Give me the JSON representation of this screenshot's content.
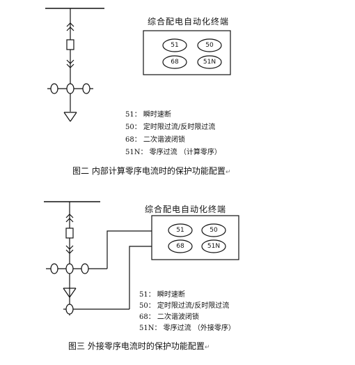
{
  "figure1": {
    "terminal_title": "综合配电自动化终端",
    "relays": [
      "51",
      "50",
      "68",
      "51N"
    ],
    "legend": [
      "51：  瞬时速断",
      "50：  定时限过流/反时限过流",
      "68：  二次谐波闭锁",
      "51N：  零序过流  （计算零序）"
    ],
    "caption": "图二  内部计算零序电流时的保护功能配置",
    "caption_mark": "↵"
  },
  "figure2": {
    "terminal_title": "综合配电自动化终端",
    "relays": [
      "51",
      "50",
      "68",
      "51N"
    ],
    "legend": [
      "51：  瞬时速断",
      "50：  定时限过流/反时限过流",
      "68：  二次谐波闭锁",
      "51N：  零序过流  （外接零序）"
    ],
    "caption": "图三    外接零序电流时的保护功能配置",
    "caption_mark": "↵"
  }
}
